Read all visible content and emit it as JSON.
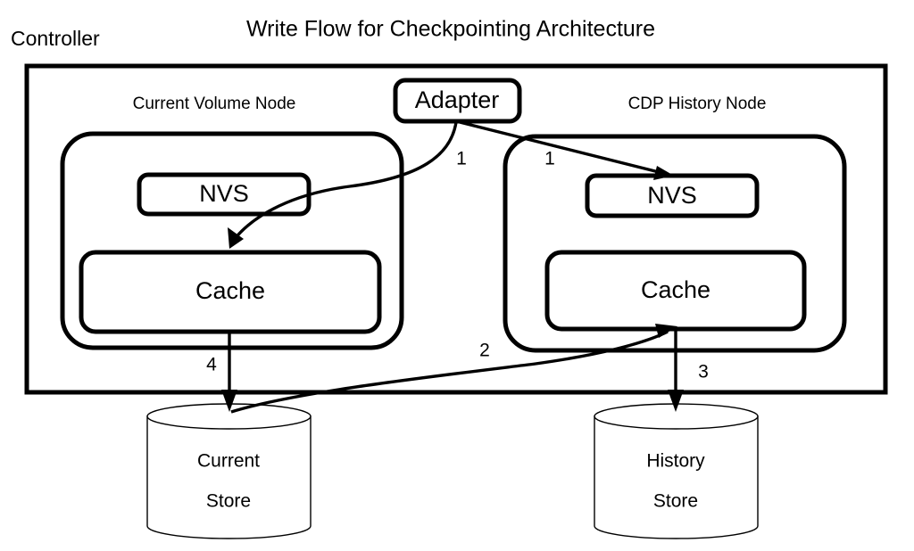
{
  "diagram": {
    "title": "Write Flow for Checkpointing Architecture",
    "container_label": "Controller",
    "nodes": {
      "left": {
        "label": "Current Volume Node",
        "nvs": "NVS",
        "cache": "Cache"
      },
      "right": {
        "label": "CDP History Node",
        "nvs": "NVS",
        "cache": "Cache"
      }
    },
    "adapter": {
      "label": "Adapter"
    },
    "stores": {
      "current": {
        "line1": "Current",
        "line2": "Store"
      },
      "history": {
        "line1": "History",
        "line2": "Store"
      }
    },
    "steps": [
      {
        "id": "step-1-left",
        "label": "1",
        "from": "Adapter",
        "to": "Current Volume Node Cache"
      },
      {
        "id": "step-1-right",
        "label": "1",
        "from": "Adapter",
        "to": "CDP History Node NVS"
      },
      {
        "id": "step-2",
        "label": "2",
        "from": "Current Store",
        "to": "CDP History Node Cache"
      },
      {
        "id": "step-3",
        "label": "3",
        "from": "CDP History Node Cache",
        "to": "History Store"
      },
      {
        "id": "step-4",
        "label": "4",
        "from": "Current Volume Node Cache",
        "to": "Current Store"
      }
    ],
    "colors": {
      "stroke": "#000000",
      "fill": "#ffffff",
      "text": "#000000"
    }
  }
}
